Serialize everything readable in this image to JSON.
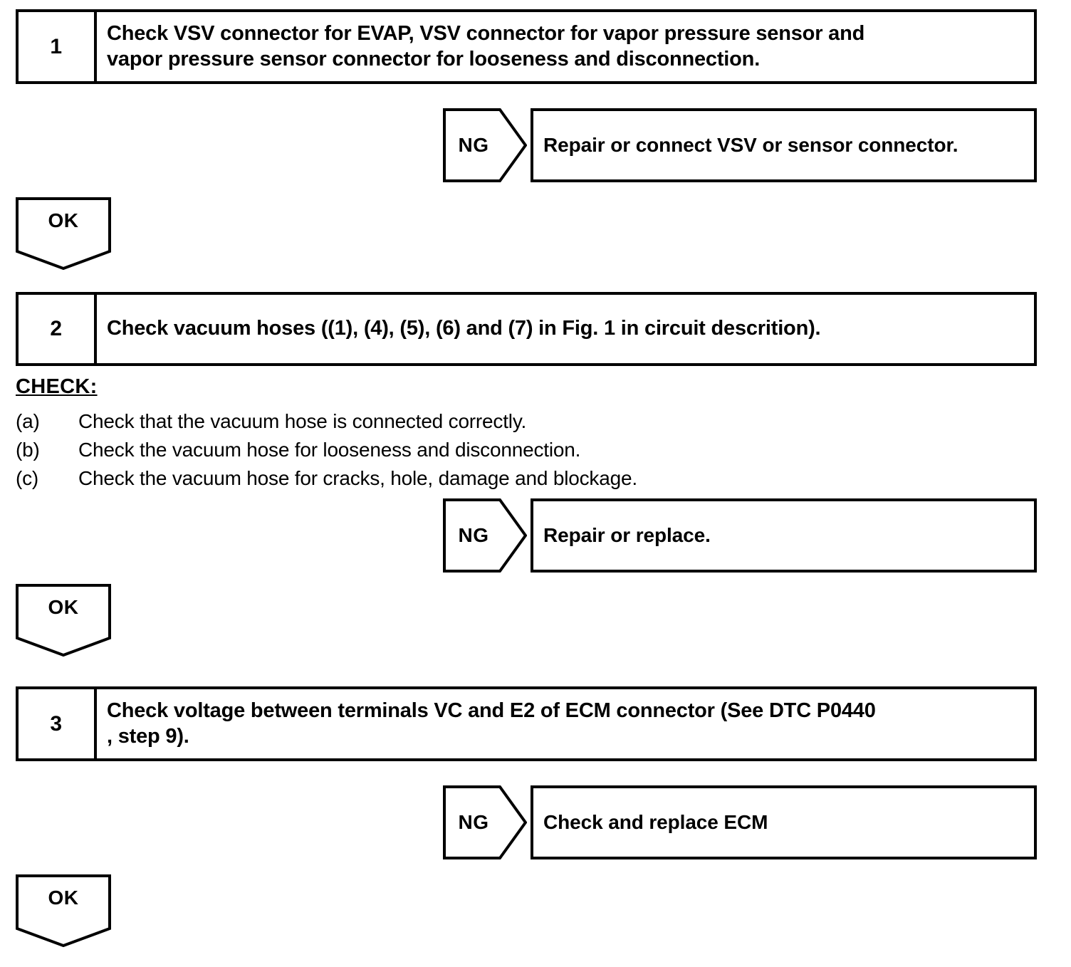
{
  "document": {
    "type": "diagnostic-troubleshooting-flowchart",
    "background_color": "#ffffff",
    "line_color": "#000000"
  },
  "steps": [
    {
      "number": "1",
      "lines": [
        "Check VSV connector for EVAP, VSV connector for vapor pressure sensor and",
        "vapor pressure sensor connector for looseness and disconnection."
      ]
    },
    {
      "number": "2",
      "lines": [
        "Check vacuum hoses ((1), (4), (5), (6) and (7) in Fig. 1 in circuit descrition)."
      ]
    },
    {
      "number": "3",
      "lines": [
        "Check voltage between terminals VC and E2 of ECM connector (See DTC P0440",
        ", step 9)."
      ]
    }
  ],
  "ng_branches": [
    {
      "label": "NG",
      "result": "Repair or connect VSV or sensor connector."
    },
    {
      "label": "NG",
      "result": "Repair or replace."
    },
    {
      "label": "NG",
      "result": "Check and replace ECM"
    }
  ],
  "ok_connectors": [
    {
      "label": "OK"
    },
    {
      "label": "OK"
    },
    {
      "label": "OK"
    }
  ],
  "check_block": {
    "title": "CHECK:",
    "items": [
      {
        "marker": "(a)",
        "text": "Check that the vacuum hose is connected correctly."
      },
      {
        "marker": "(b)",
        "text": "Check the vacuum hose for looseness and disconnection."
      },
      {
        "marker": "(c)",
        "text": "Check the vacuum hose for cracks, hole, damage and blockage."
      }
    ]
  }
}
